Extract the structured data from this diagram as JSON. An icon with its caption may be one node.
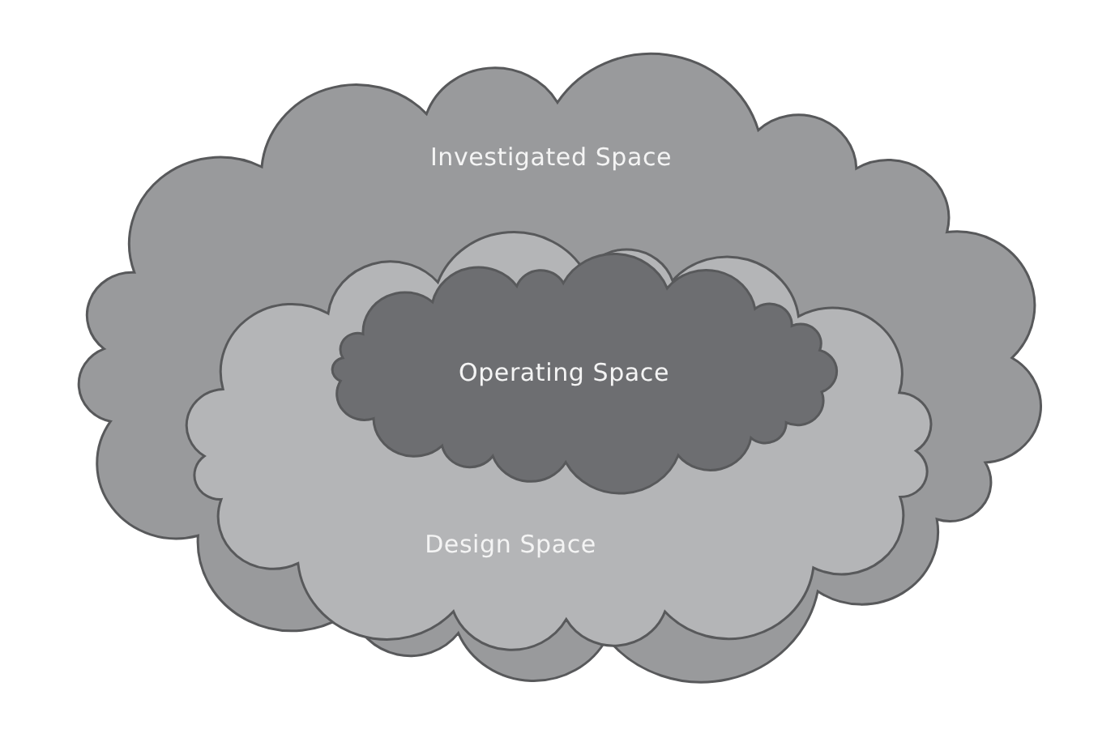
{
  "diagram": {
    "nodes": [
      {
        "text": [
          "Investigated Space"
        ]
      },
      {
        "text": [
          "Design Space"
        ],
        "in": 0
      },
      {
        "text": [
          "Operating Space"
        ],
        "in": 1
      }
    ]
  }
}
